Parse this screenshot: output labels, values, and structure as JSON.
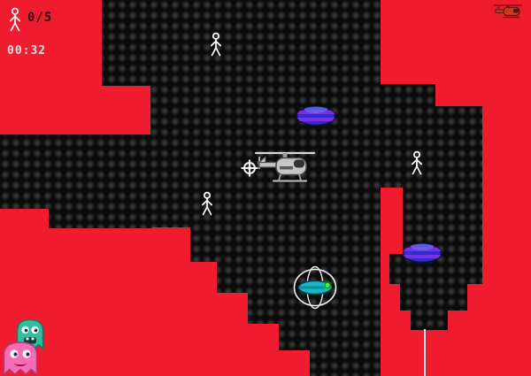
{
  "hud": {
    "rescue_count": "0/5",
    "timer": "00:32"
  },
  "icons": {
    "hud_survivor": "stickman-icon",
    "hud_helicopter": "helicopter-icon",
    "waypoint": "crosshair-icon"
  },
  "colors": {
    "background": "#ee1c2e",
    "terrain": "#121212",
    "count_text": "#2b0008",
    "timer_text": "#f4dfdf",
    "stickman": "#ffffff",
    "helicopter_body": "#c6c6c6",
    "hud_helicopter": "#c23b22",
    "ufo_blue_body": "#2e2ecc",
    "ufo_blue_stripe": "#7c2ee0",
    "ufo_teal_body": "#17b5c7",
    "ufo_green_light": "#3dff44",
    "ghost_green": "#2fbf9d",
    "ghost_pink": "#f56db5",
    "rope_line": "#f5f5f5"
  },
  "entities": {
    "stickmen_on_field": 3,
    "blue_ufos": 2,
    "teal_ufo_with_ring": 1,
    "helicopter": 1,
    "ghosts": 2
  }
}
